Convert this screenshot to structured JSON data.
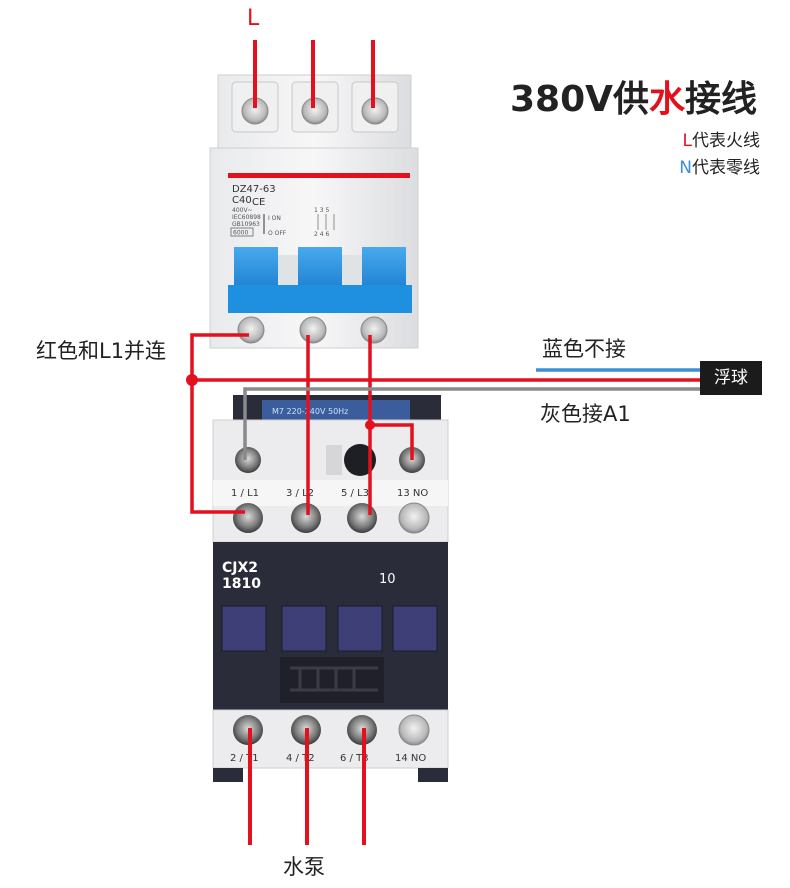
{
  "colors": {
    "live_wire": "#e3111d",
    "blue_wire": "#3a8fd6",
    "gray_wire": "#8a8a8a",
    "breaker_handle": "#1f8fe0",
    "contactor_body": "#2a2c3a",
    "contactor_button": "#3f3f78"
  },
  "title": {
    "part1": "380V供",
    "part2": "水",
    "part3": "接线"
  },
  "legend": {
    "l_key": "L",
    "l_text": "代表火线",
    "n_key": "N",
    "n_text": "代表零线"
  },
  "top_label": "L",
  "labels": {
    "red_parallel": "红色和L1并连",
    "blue_no_connect": "蓝色不接",
    "gray_to_a1": "灰色接A1",
    "float_switch": "浮球",
    "water_pump": "水泵"
  },
  "breaker": {
    "model": "DZ47-63",
    "rating": "C40",
    "voltage": "400V~",
    "std1": "IEC60898",
    "std2": "GB10963",
    "capacity": "6000",
    "on": "I ON",
    "off": "O OFF",
    "poles_top": "1 3 5",
    "poles_bottom": "2 4 6"
  },
  "contactor": {
    "coil": "M7 220-240V 50Hz",
    "model": "CJX2",
    "code": "1810",
    "aux_code": "10",
    "top_terms": [
      "1 / L1",
      "3 / L2",
      "5 / L3",
      "13 NO"
    ],
    "bottom_terms": [
      "2 / T1",
      "4 / T2",
      "6 / T3",
      "14 NO"
    ]
  }
}
